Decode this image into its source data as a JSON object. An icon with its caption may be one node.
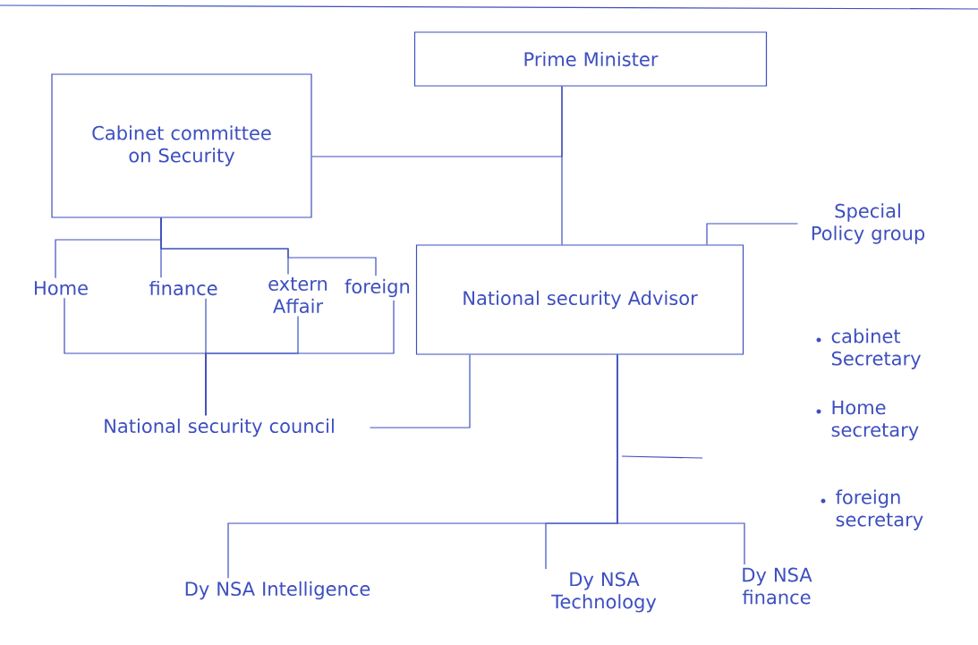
{
  "diagram": {
    "nodes": [
      {
        "text": [
          "Prime Minister"
        ]
      },
      {
        "text": [
          "Cabinet committee on Security"
        ]
      },
      {
        "text": [
          "Home"
        ]
      },
      {
        "text": [
          "finance"
        ]
      },
      {
        "text": [
          "extern Affair"
        ]
      },
      {
        "text": [
          "foreign"
        ]
      },
      {
        "text": [
          "National security Advisor"
        ]
      },
      {
        "text": [
          "National security council"
        ]
      },
      {
        "text": [
          "Special Policy group"
        ]
      },
      {
        "text": [
          "Dy NSA Intelligence"
        ]
      },
      {
        "text": [
          "Dy NSA Technology"
        ]
      },
      {
        "text": [
          "Dy NSA finance"
        ]
      }
    ],
    "edges": [
      {
        "from": 0,
        "to": 6,
        "arrow": "none"
      },
      {
        "from": 1,
        "to": 0,
        "arrow": "none"
      },
      {
        "from": 1,
        "to": 2,
        "arrow": "none"
      },
      {
        "from": 1,
        "to": 3,
        "arrow": "none"
      },
      {
        "from": 1,
        "to": 4,
        "arrow": "none"
      },
      {
        "from": 1,
        "to": 5,
        "arrow": "none"
      },
      {
        "from": 2,
        "to": 7,
        "arrow": "none"
      },
      {
        "from": 3,
        "to": 7,
        "arrow": "none"
      },
      {
        "from": 4,
        "to": 7,
        "arrow": "none"
      },
      {
        "from": 5,
        "to": 7,
        "arrow": "none"
      },
      {
        "from": 6,
        "to": 7,
        "arrow": "none"
      },
      {
        "from": 8,
        "to": 6,
        "arrow": "none"
      },
      {
        "from": 6,
        "to": 9,
        "arrow": "none"
      },
      {
        "from": 6,
        "to": 10,
        "arrow": "none"
      },
      {
        "from": 6,
        "to": 11,
        "arrow": "none"
      }
    ],
    "labels": [
      "cabinet Secretary",
      "Home secretary",
      "foreign secretary"
    ]
  }
}
